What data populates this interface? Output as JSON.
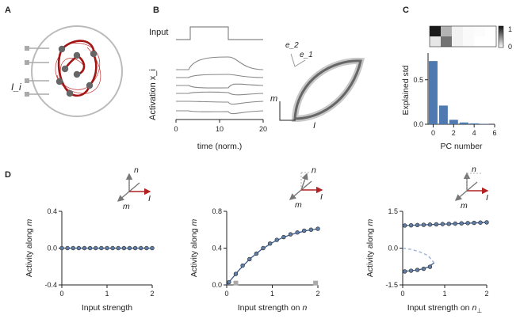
{
  "panels": {
    "A": "A",
    "B": "B",
    "C": "C",
    "D": "D"
  },
  "panelA": {
    "input_label": "I_i"
  },
  "panelB": {
    "input_label": "Input",
    "activation_label": "Activation x_i",
    "time_label": "time (norm.)",
    "time_ticks": [
      "0",
      "10",
      "20"
    ],
    "e1": "e_1",
    "e2": "e_2",
    "m": "m",
    "I": "I"
  },
  "panelC": {
    "heat_ticks": [
      "1",
      "0"
    ],
    "heat_values": [
      [
        0.9,
        0.3,
        0.05,
        0.02,
        0.01,
        0.0
      ],
      [
        0.1,
        0.55,
        0.05,
        0.02,
        0.0,
        0.0
      ]
    ]
  },
  "panelD": {
    "vec_n": "n",
    "vec_m": "m",
    "vec_I": "I",
    "ylabel_prefix": "Activity along ",
    "ylabel_var": "m"
  },
  "chart_data": [
    {
      "type": "bar",
      "xlabel": "PC number",
      "ylabel": "Explained std",
      "x": [
        0,
        1,
        2,
        3,
        4,
        5
      ],
      "values": [
        0.71,
        0.21,
        0.05,
        0.02,
        0.01,
        0.005
      ],
      "xlim": [
        -0.5,
        6
      ],
      "ylim": [
        0,
        0.8
      ],
      "xticks": [
        "0",
        "2",
        "4",
        "6"
      ],
      "yticks": [
        "0.0",
        "0.5"
      ]
    },
    {
      "type": "line",
      "xlabel": "Input strength",
      "ylabel": "Activity along m",
      "xlim": [
        0,
        2
      ],
      "ylim": [
        -0.4,
        0.4
      ],
      "xticks": [
        "0",
        "1",
        "2"
      ],
      "yticks": [
        "-0.4",
        "0.0",
        "0.4"
      ],
      "series": [
        {
          "x": [
            0,
            2
          ],
          "y": [
            0,
            0
          ]
        }
      ],
      "points": {
        "x": [
          0,
          0.125,
          0.25,
          0.375,
          0.5,
          0.625,
          0.75,
          0.875,
          1.0,
          1.125,
          1.25,
          1.375,
          1.5,
          1.625,
          1.75,
          1.875,
          2.0
        ],
        "y": [
          0,
          0,
          0,
          0,
          0,
          0,
          0,
          0,
          0,
          0,
          0,
          0,
          0,
          0,
          0,
          0,
          0
        ]
      }
    },
    {
      "type": "line",
      "xlabel": "Input strength on n",
      "ylabel": "Activity along m",
      "xlim": [
        0,
        2
      ],
      "ylim": [
        0,
        0.8
      ],
      "xticks": [
        "0",
        "1",
        "2"
      ],
      "yticks": [
        "0.0",
        "0.4",
        "0.8"
      ],
      "series": [
        {
          "x": [
            0,
            0.25,
            0.5,
            0.75,
            1.0,
            1.25,
            1.5,
            1.75,
            2.0
          ],
          "y": [
            0.0,
            0.15,
            0.28,
            0.38,
            0.46,
            0.52,
            0.56,
            0.59,
            0.61
          ]
        }
      ],
      "points": {
        "x": [
          0.05,
          0.2,
          0.35,
          0.5,
          0.65,
          0.8,
          0.95,
          1.1,
          1.25,
          1.4,
          1.55,
          1.7,
          1.85,
          2.0
        ],
        "y": [
          0.03,
          0.12,
          0.21,
          0.28,
          0.34,
          0.4,
          0.45,
          0.49,
          0.52,
          0.55,
          0.57,
          0.59,
          0.6,
          0.61
        ]
      },
      "markers": {
        "x": [
          0.2,
          1.95
        ],
        "y": [
          0.02,
          0.02
        ]
      }
    },
    {
      "type": "line",
      "xlabel": "Input strength on n_perp",
      "ylabel": "Activity along m",
      "xlim": [
        0,
        2
      ],
      "ylim": [
        -1.5,
        1.5
      ],
      "xticks": [
        "0",
        "1",
        "2"
      ],
      "yticks": [
        "-1.5",
        "0.0",
        "1.5"
      ],
      "series": [
        {
          "name": "upper",
          "x": [
            0,
            0.5,
            1.0,
            1.5,
            2.0
          ],
          "y": [
            0.92,
            0.95,
            0.98,
            1.01,
            1.05
          ]
        },
        {
          "name": "lower",
          "x": [
            0,
            0.2,
            0.4,
            0.6,
            0.75
          ],
          "y": [
            -0.95,
            -0.92,
            -0.88,
            -0.78,
            -0.6
          ]
        },
        {
          "name": "unstable",
          "x": [
            0,
            0.2,
            0.4,
            0.6,
            0.75
          ],
          "y": [
            0.0,
            -0.05,
            -0.15,
            -0.3,
            -0.6
          ]
        }
      ],
      "points": {
        "x": [
          0.05,
          0.2,
          0.35,
          0.5,
          0.65,
          0.8,
          0.95,
          1.1,
          1.25,
          1.4,
          1.55,
          1.7,
          1.85,
          2.0
        ],
        "y": [
          0.92,
          0.93,
          0.94,
          0.95,
          0.96,
          0.97,
          0.98,
          0.99,
          1.0,
          1.01,
          1.02,
          1.03,
          1.04,
          1.05
        ]
      },
      "points_lower": {
        "x": [
          0.05,
          0.2,
          0.35,
          0.5,
          0.65
        ],
        "y": [
          -0.95,
          -0.92,
          -0.89,
          -0.84,
          -0.76
        ]
      }
    }
  ]
}
